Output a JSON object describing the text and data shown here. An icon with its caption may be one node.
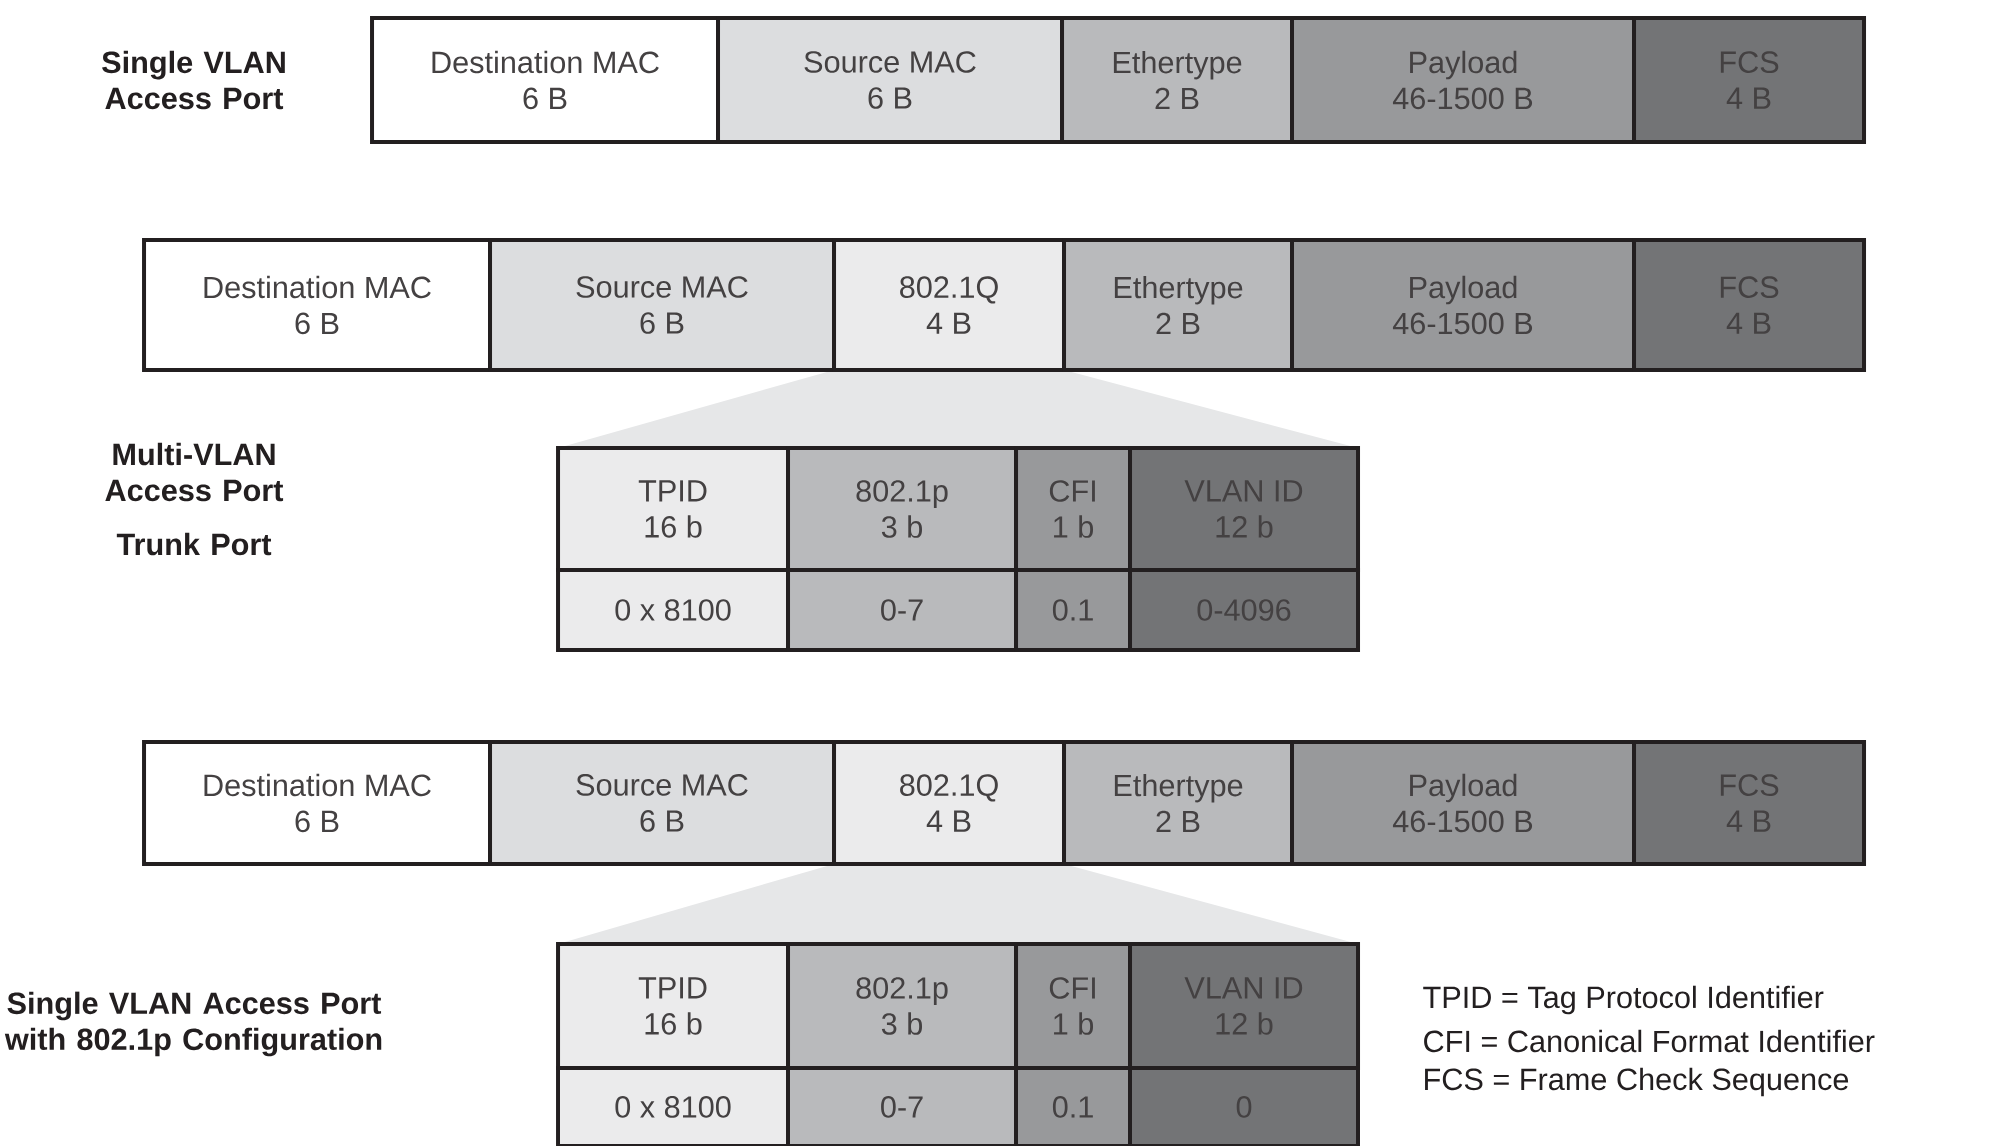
{
  "diagram": {
    "nodes": [
      {
        "text": [
          "Destination MAC",
          "6 B"
        ]
      },
      {
        "text": [
          "Source MAC",
          "6 B"
        ]
      },
      {
        "text": [
          "Ethertype",
          "2 B"
        ]
      },
      {
        "text": [
          "Payload",
          "46-1500 B"
        ]
      },
      {
        "text": [
          "FCS",
          "4 B"
        ]
      },
      {
        "text": [
          "Destination MAC",
          "6 B"
        ]
      },
      {
        "text": [
          "Source MAC",
          "6 B"
        ]
      },
      {
        "text": [
          "802.1Q",
          "4 B"
        ]
      },
      {
        "text": [
          "Ethertype",
          "2 B"
        ]
      },
      {
        "text": [
          "Payload",
          "46-1500 B"
        ]
      },
      {
        "text": [
          "FCS",
          "4 B"
        ]
      },
      {
        "text": [
          "TPID",
          "16 b"
        ]
      },
      {
        "text": [
          "802.1p",
          "3 b"
        ]
      },
      {
        "text": [
          "CFI",
          "1 b"
        ]
      },
      {
        "text": [
          "VLAN ID",
          "12 b"
        ]
      },
      {
        "text": [
          "0 x 8100"
        ]
      },
      {
        "text": [
          "0-7"
        ]
      },
      {
        "text": [
          "0.1"
        ]
      },
      {
        "text": [
          "0-4096"
        ]
      },
      {
        "text": [
          "Destination MAC",
          "6 B"
        ]
      },
      {
        "text": [
          "Source MAC",
          "6 B"
        ]
      },
      {
        "text": [
          "802.1Q",
          "4 B"
        ]
      },
      {
        "text": [
          "Ethertype",
          "2 B"
        ]
      },
      {
        "text": [
          "Payload",
          "46-1500 B"
        ]
      },
      {
        "text": [
          "FCS",
          "4 B"
        ]
      },
      {
        "text": [
          "TPID",
          "16 b"
        ]
      },
      {
        "text": [
          "802.1p",
          "3 b"
        ]
      },
      {
        "text": [
          "CFI",
          "1 b"
        ]
      },
      {
        "text": [
          "VLAN ID",
          "12 b"
        ]
      },
      {
        "text": [
          "0 x 8100"
        ]
      },
      {
        "text": [
          "0-7"
        ]
      },
      {
        "text": [
          "0.1"
        ]
      },
      {
        "text": [
          "0"
        ]
      }
    ],
    "labels": [
      "Single VLAN Access Port",
      "Multi-VLAN Access Port",
      "Trunk Port",
      "Single VLAN Access Port with 802.1p Configuration",
      "TPID = Tag Protocol Identifier",
      "CFI = Canonical Format Identifier",
      "FCS = Frame Check Sequence"
    ]
  }
}
